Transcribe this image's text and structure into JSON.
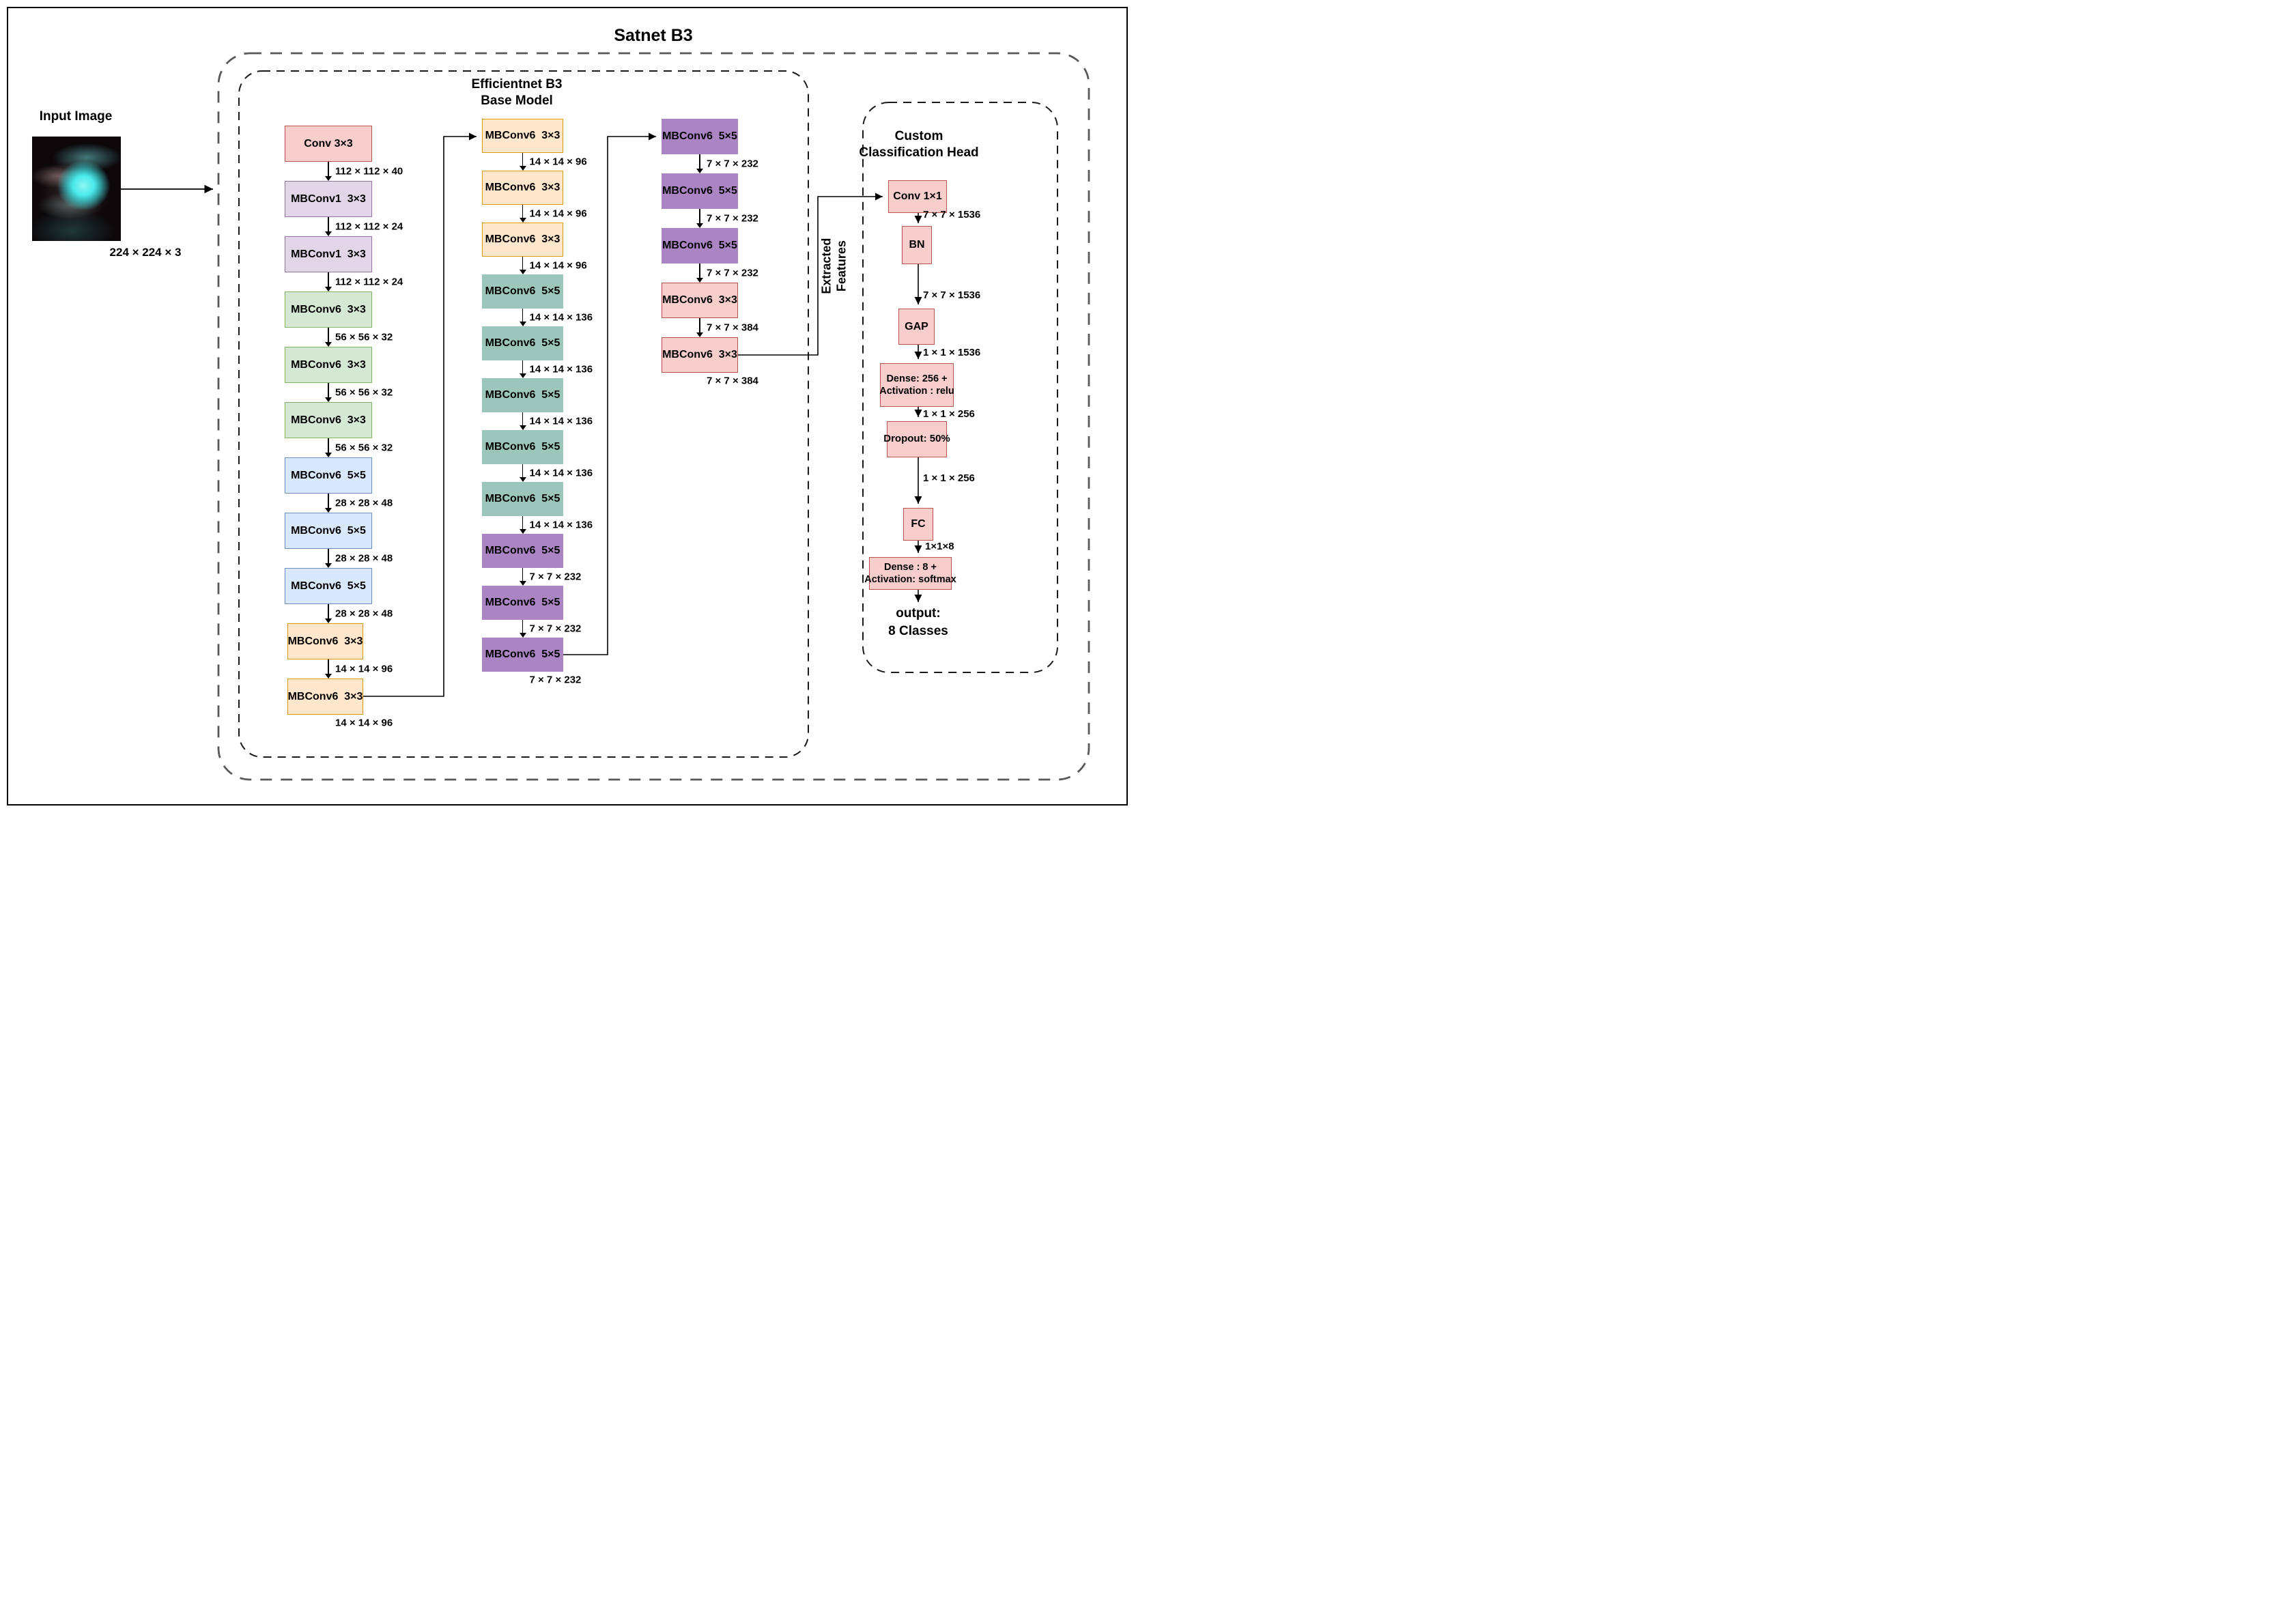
{
  "title": "Satnet  B3",
  "input": {
    "label": "Input Image",
    "dims": "224 × 224 × 3"
  },
  "base_model": {
    "title_line1": "Efficientnet  B3",
    "title_line2": "Base Model",
    "columns": [
      {
        "name": "stage-column-1",
        "blocks": [
          {
            "label": "Conv 3×3",
            "color": "conv_pink",
            "dims": "112 × 112 × 40"
          },
          {
            "label": "MBConv1  3×3",
            "color": "lavender",
            "dims": "112 × 112 × 24"
          },
          {
            "label": "MBConv1  3×3",
            "color": "lavender",
            "dims": "112 × 112 × 24"
          },
          {
            "label": "MBConv6  3×3",
            "color": "green",
            "dims": "56 × 56 × 32"
          },
          {
            "label": "MBConv6  3×3",
            "color": "green",
            "dims": "56 × 56 × 32"
          },
          {
            "label": "MBConv6  3×3",
            "color": "green",
            "dims": "56 × 56 × 32"
          },
          {
            "label": "MBConv6  5×5",
            "color": "blue",
            "dims": "28 × 28 × 48"
          },
          {
            "label": "MBConv6  5×5",
            "color": "blue",
            "dims": "28 × 28 × 48"
          },
          {
            "label": "MBConv6  5×5",
            "color": "blue",
            "dims": "28 × 28 × 48"
          },
          {
            "label": "MBConv6  3×3",
            "color": "orange",
            "dims": "14 × 14 × 96",
            "narrow": true
          },
          {
            "label": "MBConv6  3×3",
            "color": "orange",
            "dims": "14 × 14 × 96",
            "narrow": true
          }
        ]
      },
      {
        "name": "stage-column-2",
        "blocks": [
          {
            "label": "MBConv6  3×3",
            "color": "orange",
            "dims": "14 × 14 × 96"
          },
          {
            "label": "MBConv6  3×3",
            "color": "orange",
            "dims": "14 × 14 × 96"
          },
          {
            "label": "MBConv6  3×3",
            "color": "orange",
            "dims": "14 × 14 × 96"
          },
          {
            "label": "MBConv6  5×5",
            "color": "teal",
            "dims": "14 × 14 × 136"
          },
          {
            "label": "MBConv6  5×5",
            "color": "teal",
            "dims": "14 × 14 × 136"
          },
          {
            "label": "MBConv6  5×5",
            "color": "teal",
            "dims": "14 × 14 × 136"
          },
          {
            "label": "MBConv6  5×5",
            "color": "teal",
            "dims": "14 × 14 × 136"
          },
          {
            "label": "MBConv6  5×5",
            "color": "teal",
            "dims": "14 × 14 × 136"
          },
          {
            "label": "MBConv6  5×5",
            "color": "purple",
            "dims": "7 × 7 × 232"
          },
          {
            "label": "MBConv6  5×5",
            "color": "purple",
            "dims": "7 × 7 × 232"
          },
          {
            "label": "MBConv6  5×5",
            "color": "purple",
            "dims": "7 × 7 × 232"
          }
        ]
      },
      {
        "name": "stage-column-3",
        "blocks": [
          {
            "label": "MBConv6  5×5",
            "color": "purple",
            "dims": "7 × 7 × 232"
          },
          {
            "label": "MBConv6  5×5",
            "color": "purple",
            "dims": "7 × 7 × 232"
          },
          {
            "label": "MBConv6  5×5",
            "color": "purple",
            "dims": "7 × 7 × 232"
          },
          {
            "label": "MBConv6  3×3",
            "color": "head_pink",
            "dims": "7 × 7 × 384"
          },
          {
            "label": "MBConv6  3×3",
            "color": "head_pink",
            "dims": "7 × 7 × 384"
          }
        ]
      }
    ]
  },
  "extracted_features": {
    "line1": "Extracted",
    "line2": "Features"
  },
  "head": {
    "title_line1": "Custom",
    "title_line2": "Classification Head",
    "blocks": [
      {
        "label": "Conv 1×1",
        "dims": "7 × 7 × 1536"
      },
      {
        "label": "BN",
        "dims": "7 × 7 × 1536"
      },
      {
        "label": "GAP",
        "dims": "1 × 1 × 1536"
      },
      {
        "label": "Dense: 256 +",
        "label2": "Activation : relu",
        "dims": "1 × 1 × 256"
      },
      {
        "label": "Dropout: 50%",
        "dims": "1 × 1 × 256"
      },
      {
        "label": "FC",
        "dims": "1×1×8"
      },
      {
        "label": "Dense : 8 +",
        "label2": "Activation: softmax",
        "dims": ""
      }
    ],
    "output_line1": "output:",
    "output_line2": "8 Classes"
  },
  "colors": {
    "conv_pink": {
      "fill": "#f8cecc",
      "border": "#b85450"
    },
    "lavender": {
      "fill": "#e1d5e7",
      "border": "#9673a6"
    },
    "green": {
      "fill": "#d5e8d4",
      "border": "#82b366"
    },
    "blue": {
      "fill": "#dae8fc",
      "border": "#6c8ebf"
    },
    "orange": {
      "fill": "#ffe6cc",
      "border": "#d79b00"
    },
    "teal": {
      "fill": "#9cc6bb",
      "border": "#9cc6bb"
    },
    "purple": {
      "fill": "#aa84c3",
      "border": "#aa84c3"
    },
    "head_pink": {
      "fill": "#f8cecc",
      "border": "#b85450"
    },
    "dashed_outer": "#595959",
    "dashed_inner": "#1a1a1a",
    "arrow": "#000000"
  }
}
